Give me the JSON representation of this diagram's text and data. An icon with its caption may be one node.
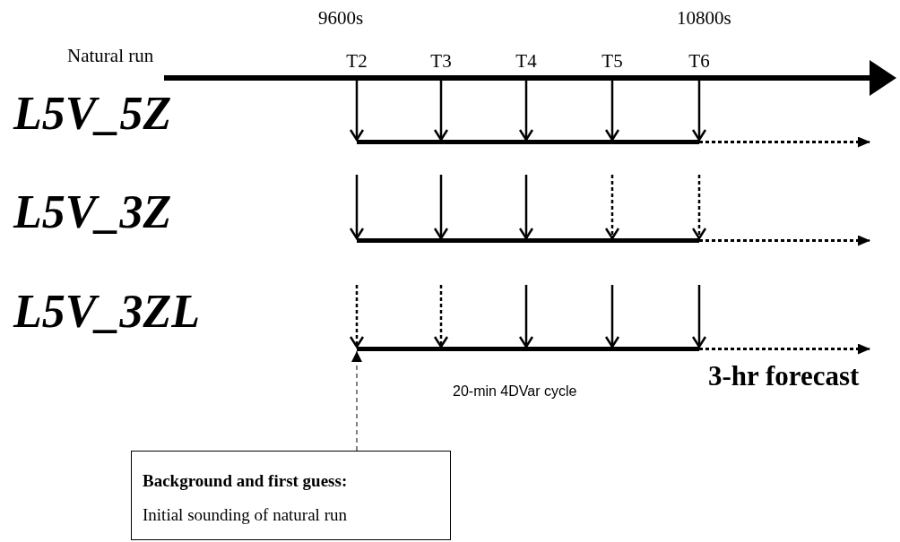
{
  "diagram": {
    "nodes": [
      {
        "text": [
          "Natural run"
        ]
      },
      {
        "text": [],
        "shape": "bar"
      },
      {
        "text": [],
        "shape": "bar"
      },
      {
        "text": [],
        "shape": "bar"
      },
      {
        "text": [
          "Background and first guess:",
          "Initial sounding of natural run"
        ]
      }
    ],
    "edges": [
      {
        "from": 0,
        "to": 1,
        "arrow": "to"
      },
      {
        "from": 0,
        "to": 1,
        "arrow": "to"
      },
      {
        "from": 0,
        "to": 1,
        "arrow": "to"
      },
      {
        "from": 0,
        "to": 1,
        "arrow": "to"
      },
      {
        "from": 0,
        "to": 1,
        "arrow": "to"
      },
      {
        "from": null,
        "to": 2,
        "arrow": "to"
      },
      {
        "from": null,
        "to": 2,
        "arrow": "to"
      },
      {
        "from": null,
        "to": 2,
        "arrow": "to"
      },
      {
        "from": null,
        "to": 2,
        "arrow": "to",
        "style": "dashed"
      },
      {
        "from": null,
        "to": 2,
        "arrow": "to",
        "style": "dashed"
      },
      {
        "from": null,
        "to": 3,
        "arrow": "to",
        "style": "dashed"
      },
      {
        "from": null,
        "to": 3,
        "arrow": "to",
        "style": "dashed"
      },
      {
        "from": null,
        "to": 3,
        "arrow": "to"
      },
      {
        "from": null,
        "to": 3,
        "arrow": "to"
      },
      {
        "from": null,
        "to": 3,
        "arrow": "to"
      },
      {
        "from": 1,
        "to": null,
        "arrow": "to",
        "style": "dashed"
      },
      {
        "from": 2,
        "to": null,
        "arrow": "to",
        "style": "dashed"
      },
      {
        "from": 3,
        "to": null,
        "arrow": "to",
        "style": "dashed"
      },
      {
        "from": 4,
        "to": 3,
        "arrow": "to",
        "style": "dashed"
      }
    ],
    "labels": [
      "9600s",
      "10800s",
      "T2",
      "T3",
      "T4",
      "T5",
      "T6",
      "L5V_5Z",
      "L5V_3Z",
      "L5V_3ZL",
      "20-min 4DVar cycle",
      "3-hr forecast"
    ]
  }
}
